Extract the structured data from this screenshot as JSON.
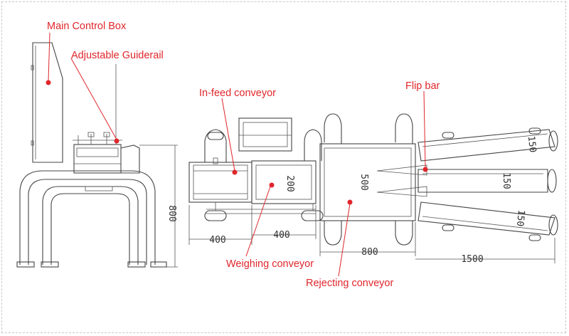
{
  "labels": {
    "main_control_box": "Main Control Box",
    "adjustable_guiderail": "Adjustable Guiderail",
    "infeed_conveyor": "In-feed conveyor",
    "flip_bar": "Flip bar",
    "weighing_conveyor": "Weighing conveyor",
    "rejecting_conveyor": "Rejecting conveyor"
  },
  "dimensions": {
    "height": "800",
    "infeed_length": "400",
    "weighing_length": "400",
    "weighing_width": "200",
    "reject_width": "500",
    "reject_length": "800",
    "flip_length": "1500",
    "lane_top": "150",
    "lane_mid": "150",
    "lane_bottom": "150"
  },
  "colors": {
    "label": "#e0262b",
    "line": "#444444"
  }
}
